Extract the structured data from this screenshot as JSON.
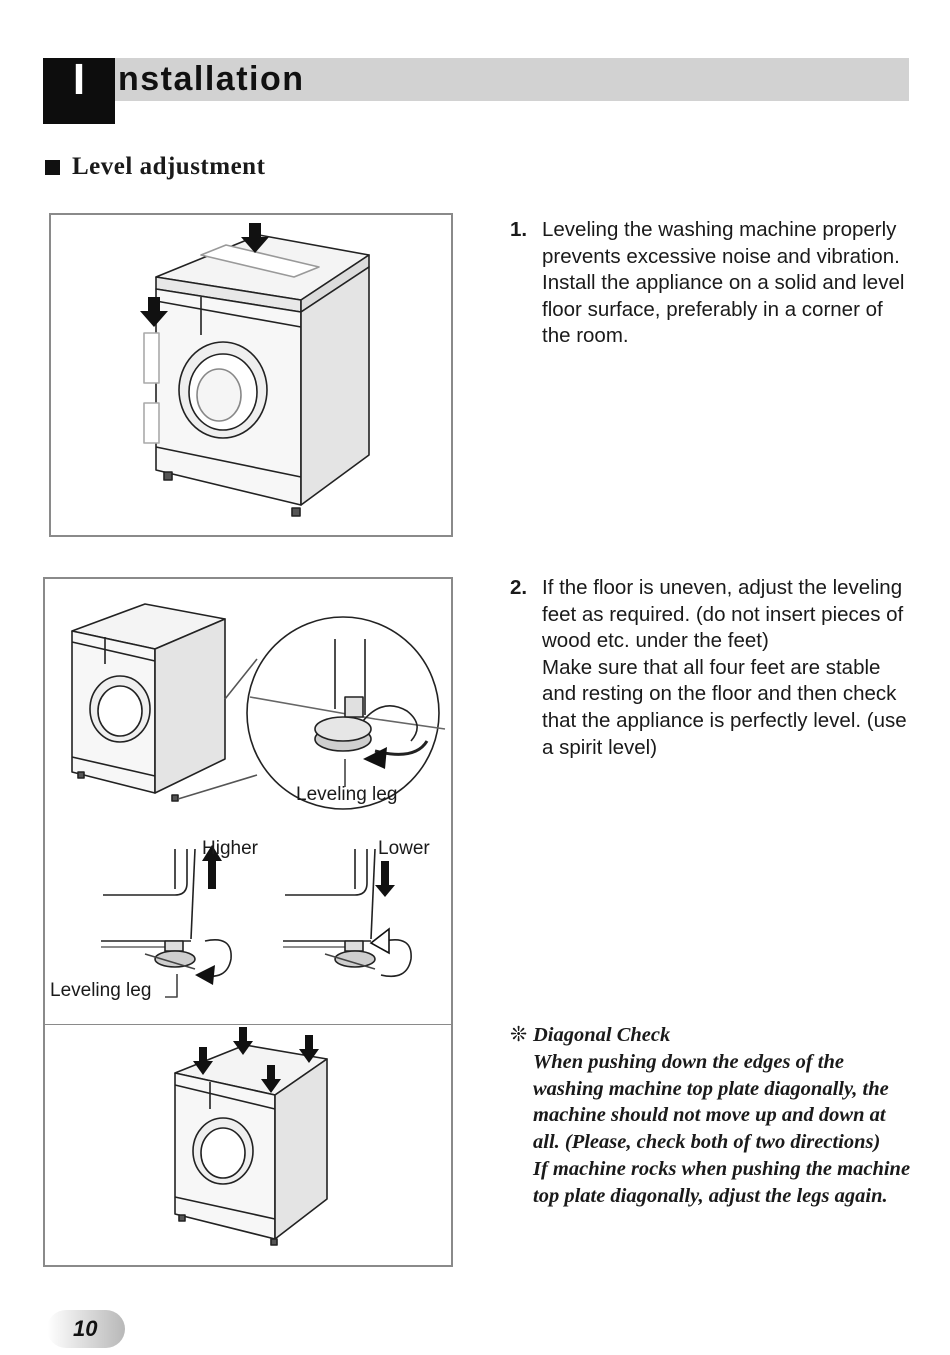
{
  "header": {
    "initial": "I",
    "title_rest": "nstallation"
  },
  "section": {
    "title": "Level adjustment"
  },
  "steps": [
    {
      "number": "1.",
      "lines": [
        "Leveling the washing machine properly",
        "prevents excessive noise and vibration.",
        "Install the appliance on a solid and level",
        "floor surface, preferably in a corner of",
        "the room."
      ]
    },
    {
      "number": "2.",
      "lines": [
        "If the floor is uneven, adjust the leveling",
        "feet as required. (do not insert pieces of",
        "wood etc. under the feet)",
        "Make sure that all four feet are stable",
        "and resting on the floor and then check",
        "that the appliance is perfectly level. (use",
        "a spirit level)"
      ]
    }
  ],
  "figure_labels": {
    "leveling_leg_zoom": "Leveling leg",
    "higher": "Higher",
    "lower": "Lower",
    "leveling_leg_bottom": "Leveling leg"
  },
  "diagonal_check": {
    "symbol": "❊",
    "lines": [
      "Diagonal Check",
      "When pushing down the edges of the",
      "washing machine top plate diagonally, the",
      "machine should not move up and down at",
      "all. (Please, check both of two directions)",
      "If machine rocks when pushing the machine",
      "top plate diagonally, adjust the legs again."
    ]
  },
  "page_number": "10"
}
